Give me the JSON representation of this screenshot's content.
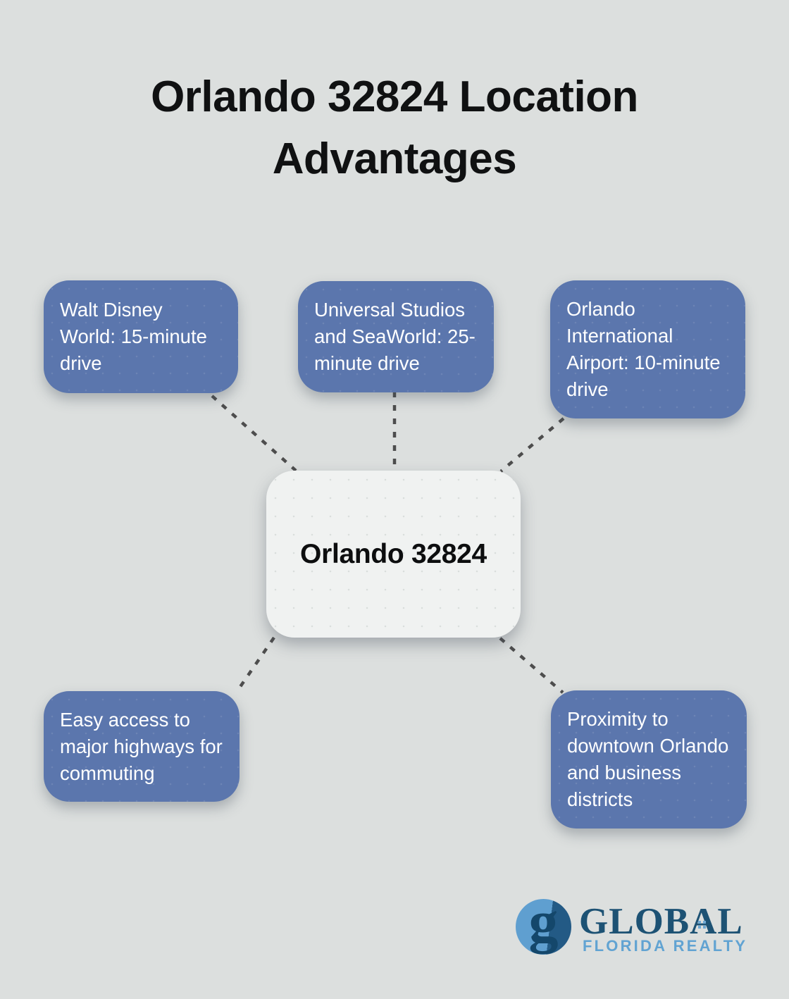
{
  "title": "Orlando 32824 Location Advantages",
  "diagram": {
    "center_label": "Orlando 32824",
    "nodes": [
      {
        "id": "walt-disney-world",
        "label": "Walt Disney World: 15-minute drive"
      },
      {
        "id": "universal-seaworld",
        "label": "Universal Studios and SeaWorld: 25-minute drive"
      },
      {
        "id": "orlando-airport",
        "label": "Orlando International Airport: 10-minute drive"
      },
      {
        "id": "highway-access",
        "label": "Easy access to major highways for commuting"
      },
      {
        "id": "downtown-proximity",
        "label": "Proximity to downtown Orlando and business districts"
      }
    ]
  },
  "logo": {
    "monogram": "g",
    "name": "GLOBAL",
    "tagline": "FLORIDA REALTY"
  },
  "colors": {
    "background": "#dcdfde",
    "node_blue": "#5b76ad",
    "node_text": "#ffffff",
    "center_bg": "#f0f2f1",
    "title_text": "#101112",
    "connector_gray": "#4d4d4d",
    "logo_navy": "#1d5274",
    "logo_light_blue": "#5f9fd0",
    "logo_tagline_blue": "#61a3d2"
  }
}
